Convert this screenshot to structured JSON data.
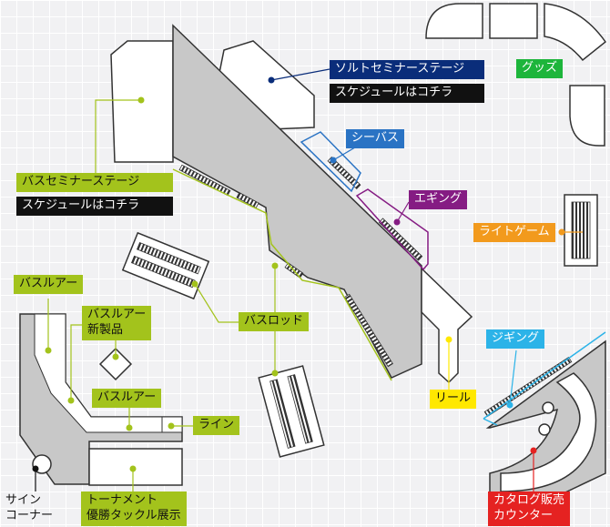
{
  "colors": {
    "gray_fill": "#c8c8c8",
    "light_fill": "#ffffff",
    "stroke": "#333333",
    "navy": "#0a2d7a",
    "lime": "#a3c31c",
    "green": "#1db53b",
    "orange": "#f29a1d",
    "purple": "#851c83",
    "blue_outline": "#2a73c4",
    "sky": "#2cb3e8",
    "yellow": "#ffe800",
    "red": "#e52221",
    "black": "#111111"
  },
  "labels": {
    "salt_seminar": "ソルトセミナーステージ",
    "salt_schedule": "スケジュールはコチラ",
    "bass_seminar": "バスセミナーステージ",
    "bass_schedule": "スケジュールはコチラ",
    "sea_bass": "シーバス",
    "eging": "エギング",
    "light_game": "ライトゲーム",
    "goods": "グッズ",
    "bass_lure_1": "バスルアー",
    "bass_lure_new": "バスルアー",
    "new_products": "新製品",
    "bass_lure_2": "バスルアー",
    "line": "ライン",
    "bass_rod": "バスロッド",
    "reel": "リール",
    "jigging": "ジギング",
    "sign_corner_1": "サイン",
    "sign_corner_2": "コーナー",
    "tournament_1": "トーナメント",
    "tournament_2": "優勝タックル展示",
    "catalog_1": "カタログ販売",
    "catalog_2": "カウンター"
  }
}
